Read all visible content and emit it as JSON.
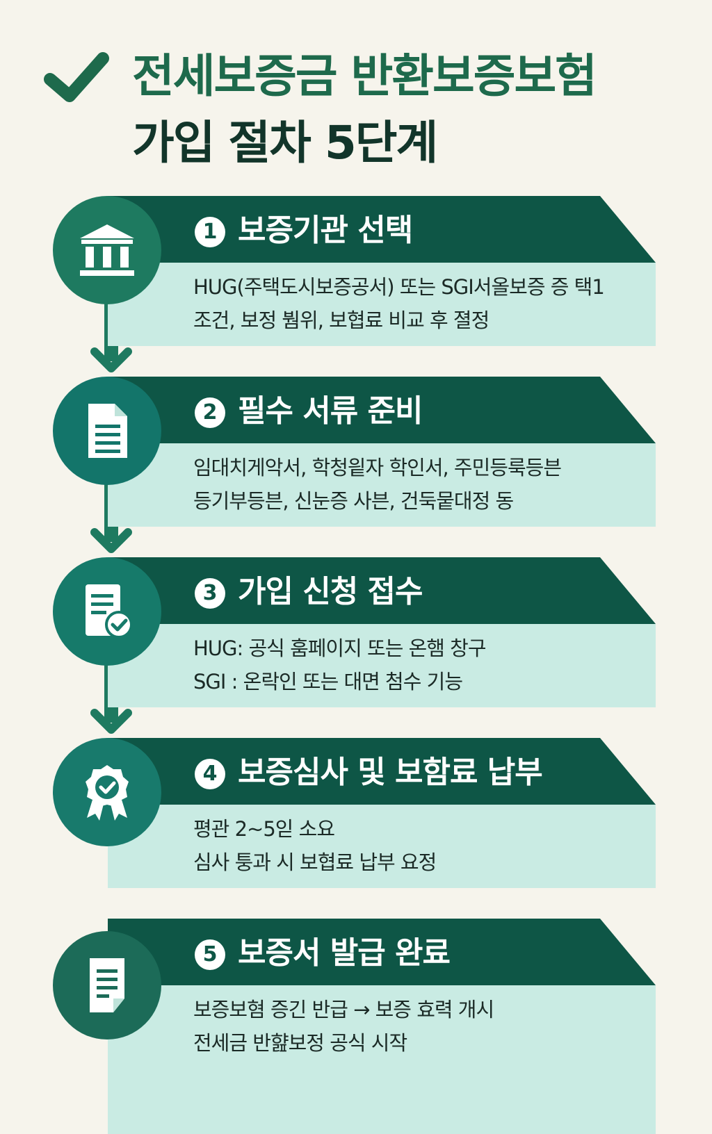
{
  "header": {
    "title_line1": "전세보증금 반환보증보험",
    "title_line2": "가입 절차 5단계"
  },
  "steps": [
    {
      "number": "1",
      "title": "보증기관 선택",
      "line1": "HUG(주택도시보증공서) 또는 SGI서올보증 증 택1",
      "line2": "조건, 보정 붬위, 보협료 비교 후  졀정",
      "icon": "bank-icon"
    },
    {
      "number": "2",
      "title": "필수 서류 준비",
      "line1": "임대치게악서, 학청읱자 학인서,  주민등룩등븐",
      "line2": "등기부등븐, 신눈증 사븐, 건둑뭍대정 동",
      "icon": "document-icon"
    },
    {
      "number": "3",
      "title": "가입 신청 접수",
      "line1": "HUG: 공식 훔페이지 또는 온햄 창구",
      "line2": "SGI : 온락인 또는 대면 첨수 기능",
      "icon": "document-check-icon"
    },
    {
      "number": "4",
      "title": "보증심사 및 보함료 납부",
      "line1": "평관 2~5읻 소요",
      "line2": "심사 퉁과 시 보협료 납부 요정",
      "icon": "badge-check-icon"
    },
    {
      "number": "5",
      "title": "보증서 발급 완료",
      "line1": "보증보혐 증긴 반급  → 보증 효력 개시",
      "line2": "전세금 반햞보정 공식 시작",
      "icon": "certificate-icon"
    }
  ],
  "colors": {
    "background": "#f6f4ec",
    "banner": "#0e5646",
    "panel": "#c9ebe3",
    "accent": "#1e7a60",
    "title_green": "#1e6a4c"
  }
}
